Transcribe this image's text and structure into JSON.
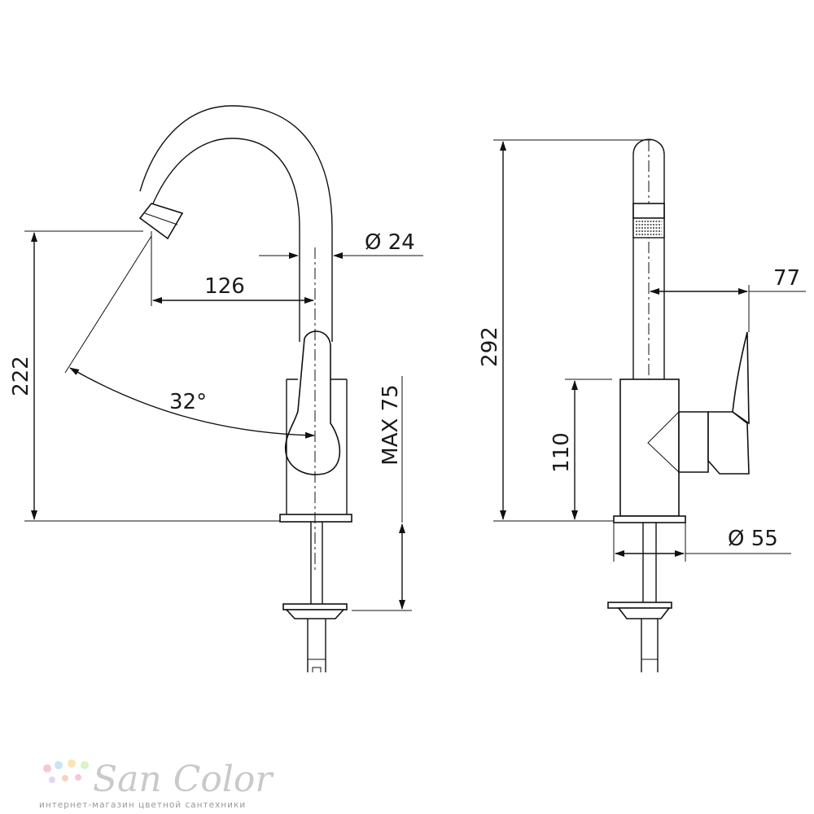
{
  "dimensions": {
    "height_total_left": "222",
    "spout_diameter": "Ø 24",
    "spout_reach": "126",
    "swivel_angle": "32°",
    "max_thickness": "MAX 75",
    "height_total_right": "292",
    "body_height": "110",
    "handle_projection": "77",
    "base_diameter": "Ø 55"
  },
  "watermark": {
    "brand": "San Color",
    "tagline": "интернет-магазин цветной сантехники",
    "dot_colors": [
      "#f7c6d9",
      "#c9e3f7",
      "#fbe3b3",
      "#d9f2c9",
      "#e6d3f5",
      "#f9d2c2"
    ]
  }
}
